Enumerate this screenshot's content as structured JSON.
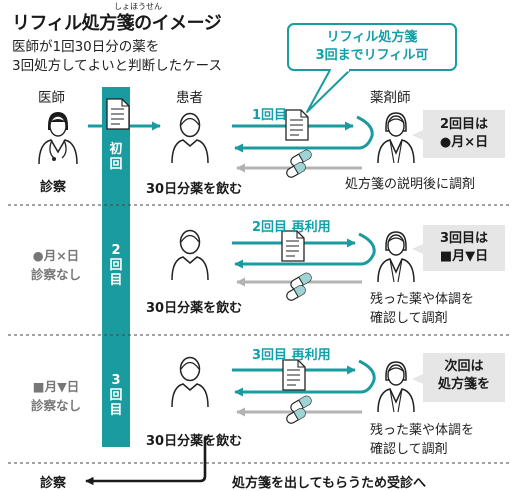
{
  "title": "リフィル処方箋のイメージ",
  "title_ruby": "しょほうせん",
  "subtitle_lines": [
    "医師が1回30日分の薬を",
    "3回処方してよいと判断したケース"
  ],
  "callout": [
    "リフィル処方箋",
    "3回までリフィル可"
  ],
  "columns": {
    "doctor": "医師",
    "patient": "患者",
    "pharmacist": "薬剤師"
  },
  "rows": [
    {
      "bar_label": "初回",
      "left_label": [
        "診察"
      ],
      "arrow_label": "1回目",
      "drink": "30日分薬を飲む",
      "bubble": [
        "2回目は",
        "●月×日"
      ],
      "pharmacist_note": [
        "処方箋の説明後に調剤"
      ]
    },
    {
      "bar_label": "2回目",
      "left_label": [
        "●月×日",
        "診察なし"
      ],
      "arrow_label": "2回目 再利用",
      "drink": "30日分薬を飲む",
      "bubble": [
        "3回目は",
        "■月▼日"
      ],
      "pharmacist_note": [
        "残った薬や体調を",
        "確認して調剤"
      ]
    },
    {
      "bar_label": "3回目",
      "left_label": [
        "■月▼日",
        "診察なし"
      ],
      "arrow_label": "3回目 再利用",
      "drink": "30日分薬を飲む",
      "bubble": [
        "次回は",
        "処方箋を"
      ],
      "pharmacist_note": [
        "残った薬や体調を",
        "確認して調剤"
      ]
    }
  ],
  "footer": {
    "left": "診察",
    "right": "処方箋を出してもらうため受診へ"
  },
  "colors": {
    "teal": "#1a9ba0",
    "teal_text": "#11a0a8",
    "grey_arrow": "#b3b3b3",
    "bubble_fill": "#e6e6e6",
    "grey_text": "#777777"
  },
  "icons": [
    "doctor-icon",
    "patient-icon",
    "pharmacist-icon",
    "prescription-icon",
    "pill-icon"
  ]
}
